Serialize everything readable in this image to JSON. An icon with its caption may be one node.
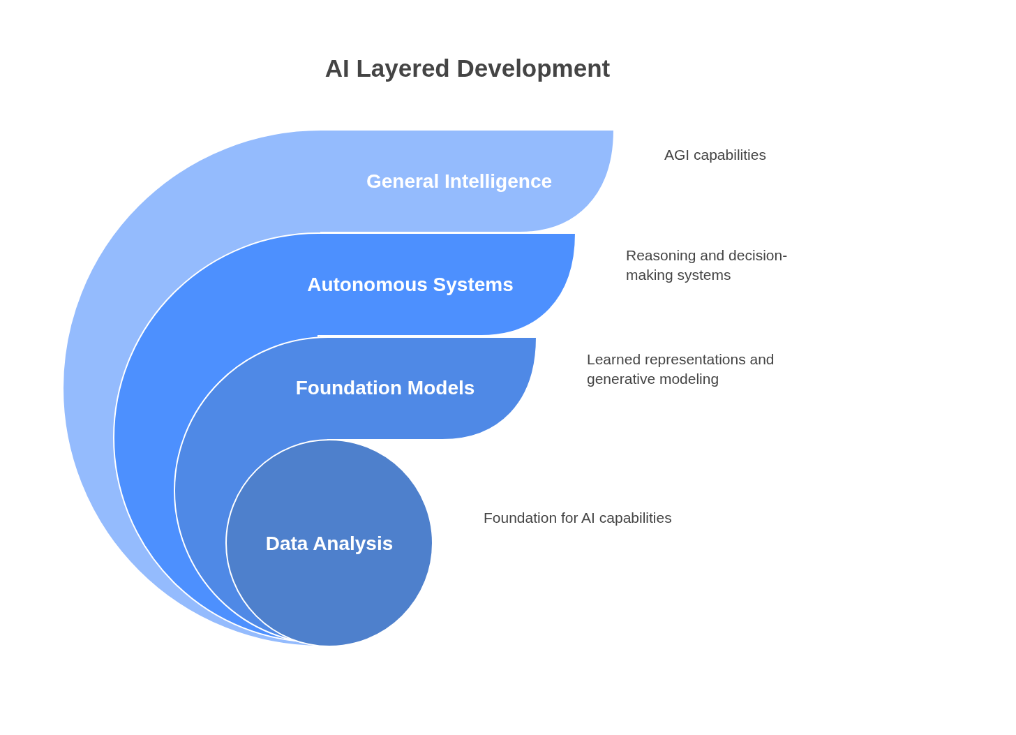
{
  "diagram": {
    "title": "AI Layered Development",
    "nodes": [
      {
        "text": [
          "General Intelligence"
        ]
      },
      {
        "text": [
          "Autonomous Systems"
        ]
      },
      {
        "text": [
          "Foundation Models"
        ]
      },
      {
        "text": [
          "Data Analysis"
        ]
      }
    ],
    "labels": [
      "AGI capabilities",
      "Reasoning and decision-making systems",
      "Learned representations and generative modeling",
      "Foundation for AI capabilities"
    ]
  }
}
